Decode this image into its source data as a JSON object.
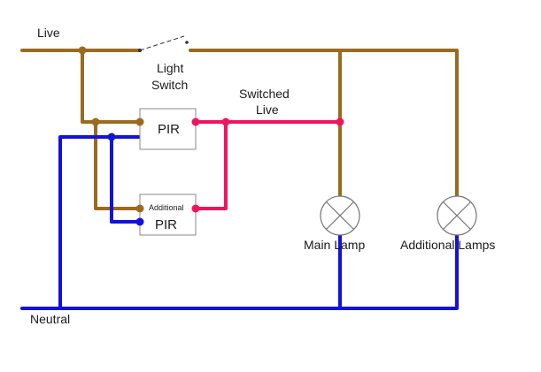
{
  "labels": {
    "live": "Live",
    "light_switch_1": "Light",
    "light_switch_2": "Switch",
    "switched_live_1": "Switched",
    "switched_live_2": "Live",
    "neutral": "Neutral",
    "main_lamp": "Main Lamp",
    "additional_lamps": "Additional Lamps"
  },
  "pir_main": {
    "label": "PIR"
  },
  "pir_additional": {
    "caption": "Additional",
    "label": "PIR"
  },
  "colors": {
    "live": "#9a6b1e",
    "neutral": "#1212d8",
    "switched_live": "#f0145f",
    "component_border": "#8a8a8a",
    "lamp": "#777777"
  }
}
